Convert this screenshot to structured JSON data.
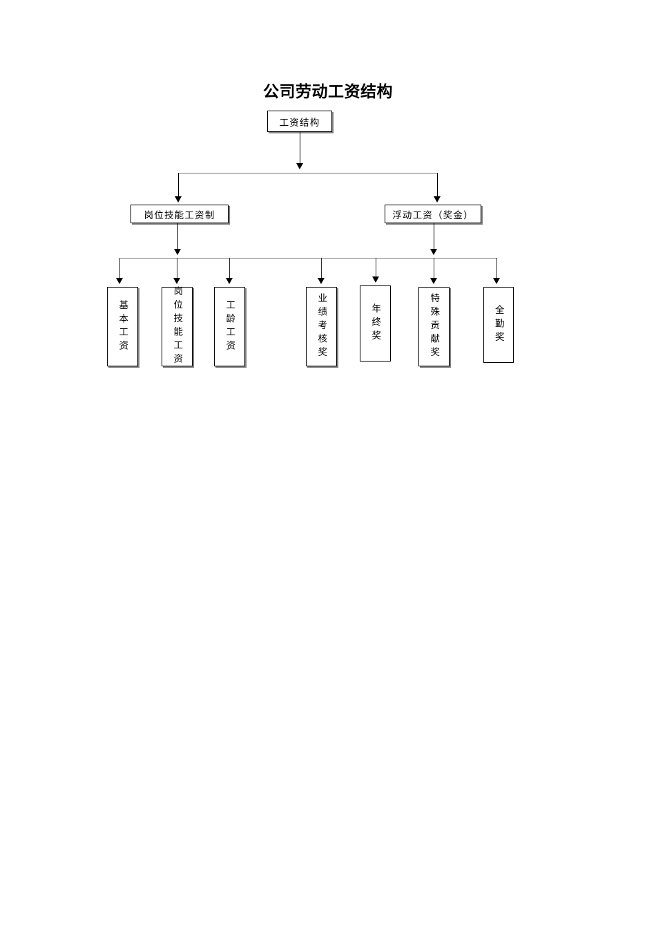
{
  "title": "公司劳动工资结构",
  "diagram": {
    "type": "org-chart",
    "orientation": "top-down",
    "levels": 3,
    "root": {
      "id": "salary-structure",
      "label": "工资结构",
      "text_direction": "horizontal"
    },
    "branches": [
      {
        "id": "post-skill-wage-system",
        "label": "岗位技能工资制",
        "text_direction": "horizontal"
      },
      {
        "id": "floating-wage-bonus",
        "label": "浮动工资（奖金）",
        "text_direction": "horizontal"
      }
    ],
    "leaves": [
      {
        "id": "basic-wage",
        "label": "基本工资",
        "text_direction": "vertical",
        "parent": "post-skill-wage-system"
      },
      {
        "id": "post-skill-wage",
        "label": "岗位技能工资",
        "text_direction": "vertical",
        "parent": "post-skill-wage-system"
      },
      {
        "id": "seniority-wage",
        "label": "工龄工资",
        "text_direction": "vertical",
        "parent": "post-skill-wage-system"
      },
      {
        "id": "performance-review-award",
        "label": "业绩考核奖",
        "text_direction": "vertical",
        "parent": "floating-wage-bonus"
      },
      {
        "id": "year-end-bonus",
        "label": "年终奖",
        "text_direction": "vertical",
        "parent": "floating-wage-bonus"
      },
      {
        "id": "special-contribution-award",
        "label": "特殊贡献奖",
        "text_direction": "vertical",
        "parent": "floating-wage-bonus"
      },
      {
        "id": "full-attendance-award",
        "label": "全勤奖",
        "text_direction": "vertical",
        "parent": "floating-wage-bonus"
      }
    ]
  },
  "colors": {
    "line": "#7a7a7a",
    "connector": "#2b2b2b",
    "border": "#000000",
    "text": "#000000",
    "background": "#ffffff",
    "shadow": "#808080"
  }
}
